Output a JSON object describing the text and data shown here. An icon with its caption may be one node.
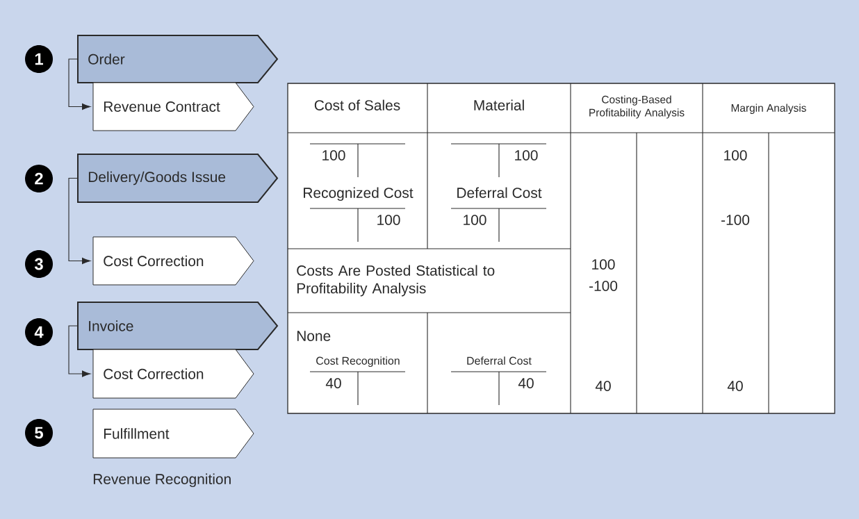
{
  "diagram": {
    "nodes": [
      {
        "text": [
          "1"
        ]
      },
      {
        "text": [
          "Order"
        ]
      },
      {
        "text": [
          "Revenue Contract"
        ]
      },
      {
        "text": [
          "2"
        ]
      },
      {
        "text": [
          "Delivery/Goods Issue"
        ]
      },
      {
        "text": [
          "3"
        ]
      },
      {
        "text": [
          "Cost Correction"
        ]
      },
      {
        "text": [
          "4"
        ]
      },
      {
        "text": [
          "Invoice"
        ]
      },
      {
        "text": [
          "Cost Correction"
        ]
      },
      {
        "text": [
          "5"
        ]
      },
      {
        "text": [
          "Fulfillment"
        ]
      }
    ],
    "edges": [
      {
        "from": 1,
        "to": 2,
        "arrow": "to"
      },
      {
        "from": 4,
        "to": 6,
        "arrow": "to"
      },
      {
        "from": 8,
        "to": 9,
        "arrow": "to"
      }
    ],
    "labels": [
      "Cost of Sales",
      "Material",
      "Costing-Based Profitability Analysis",
      "Margin Analysis",
      "100",
      "100",
      "100",
      "Recognized Cost",
      "Deferral Cost",
      "100",
      "100",
      "-100",
      "Costs Are Posted Statistical to Profitability Analysis",
      "100",
      "-100",
      "None",
      "Cost Recognition",
      "Deferral Cost",
      "40",
      "40",
      "40",
      "40",
      "Revenue Recognition"
    ]
  }
}
